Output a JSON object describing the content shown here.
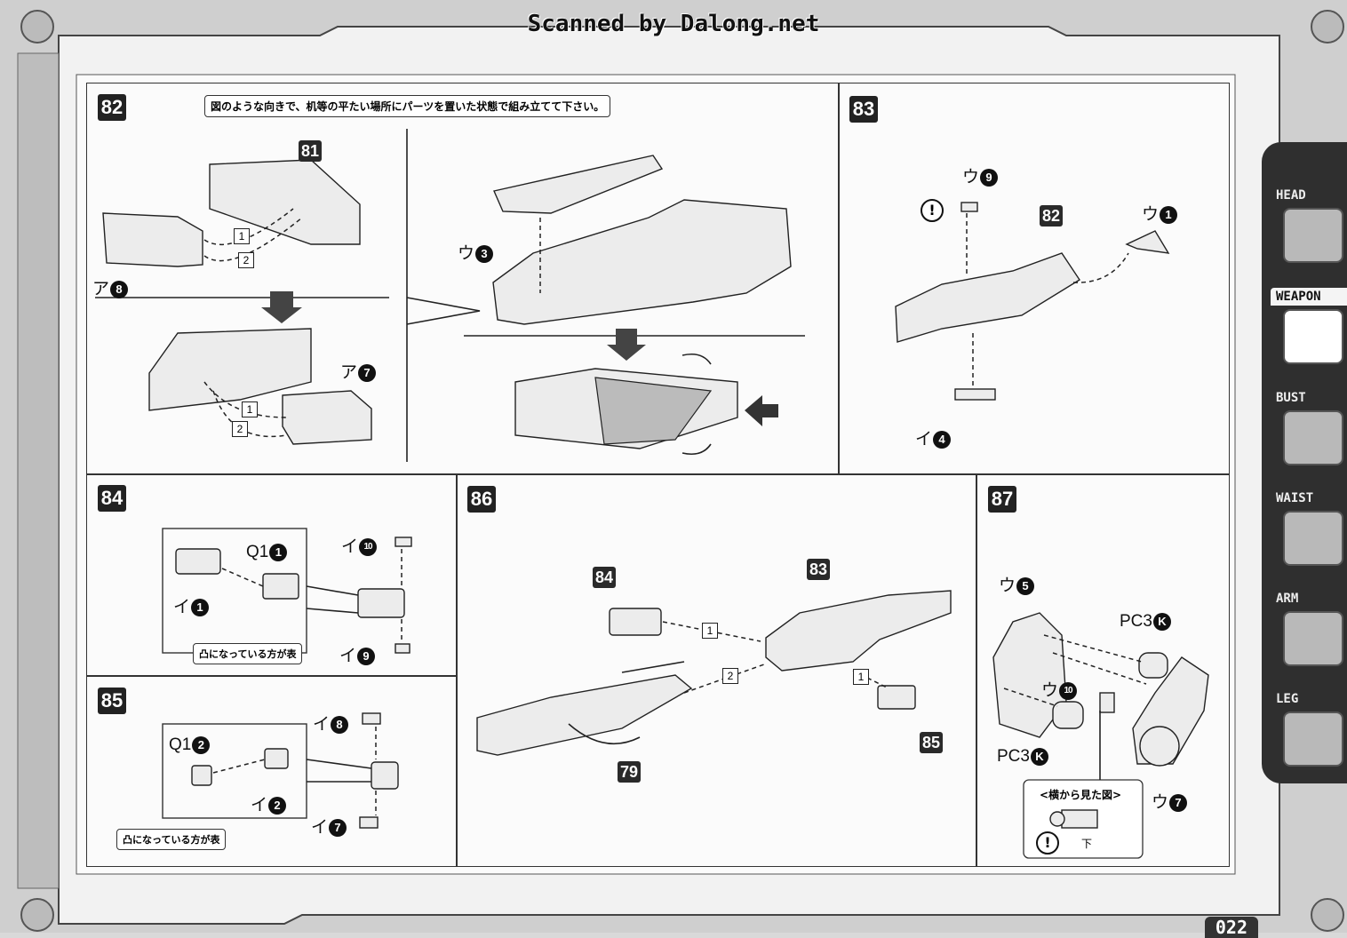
{
  "watermark": "Scanned by Dalong.net",
  "page_number": "022",
  "sidebar": {
    "tabs": [
      {
        "label": "HEAD",
        "active": false
      },
      {
        "label": "WEAPON",
        "active": true
      },
      {
        "label": "BUST",
        "active": false
      },
      {
        "label": "WAIST",
        "active": false
      },
      {
        "label": "ARM",
        "active": false
      },
      {
        "label": "LEG",
        "active": false
      }
    ]
  },
  "steps": {
    "s82": {
      "number": "82",
      "note": "図のような向きで、机等の平たい場所にパーツを置いた状態で組み立てて下さい。",
      "ref": "81",
      "labels": [
        {
          "kana": "ア",
          "num": "8"
        },
        {
          "kana": "ア",
          "num": "7"
        },
        {
          "kana": "ウ",
          "num": "3"
        }
      ],
      "seq": [
        "1",
        "2",
        "1",
        "2"
      ]
    },
    "s83": {
      "number": "83",
      "ref": "82",
      "labels": [
        {
          "kana": "ウ",
          "num": "9"
        },
        {
          "kana": "ウ",
          "num": "1"
        },
        {
          "kana": "イ",
          "num": "4"
        }
      ],
      "caution": "!"
    },
    "s84": {
      "number": "84",
      "labels": [
        {
          "kana": "Q1",
          "num": "1"
        },
        {
          "kana": "イ",
          "num": "1"
        },
        {
          "kana": "イ",
          "num": "10"
        },
        {
          "kana": "イ",
          "num": "9"
        }
      ],
      "note": "凸になっている方が表"
    },
    "s85": {
      "number": "85",
      "labels": [
        {
          "kana": "Q1",
          "num": "2"
        },
        {
          "kana": "イ",
          "num": "2"
        },
        {
          "kana": "イ",
          "num": "8"
        },
        {
          "kana": "イ",
          "num": "7"
        }
      ],
      "note": "凸になっている方が表"
    },
    "s86": {
      "number": "86",
      "refs": [
        "84",
        "83",
        "79",
        "85"
      ],
      "seq": [
        "1",
        "2",
        "1"
      ]
    },
    "s87": {
      "number": "87",
      "labels": [
        {
          "kana": "ウ",
          "num": "5"
        },
        {
          "kana": "PC3",
          "num": "K"
        },
        {
          "kana": "ウ",
          "num": "10"
        },
        {
          "kana": "PC3",
          "num": "K"
        },
        {
          "kana": "ウ",
          "num": "7"
        }
      ],
      "side_view_title": "<横から見た図>",
      "side_view_bottom": "下",
      "caution": "!"
    }
  }
}
